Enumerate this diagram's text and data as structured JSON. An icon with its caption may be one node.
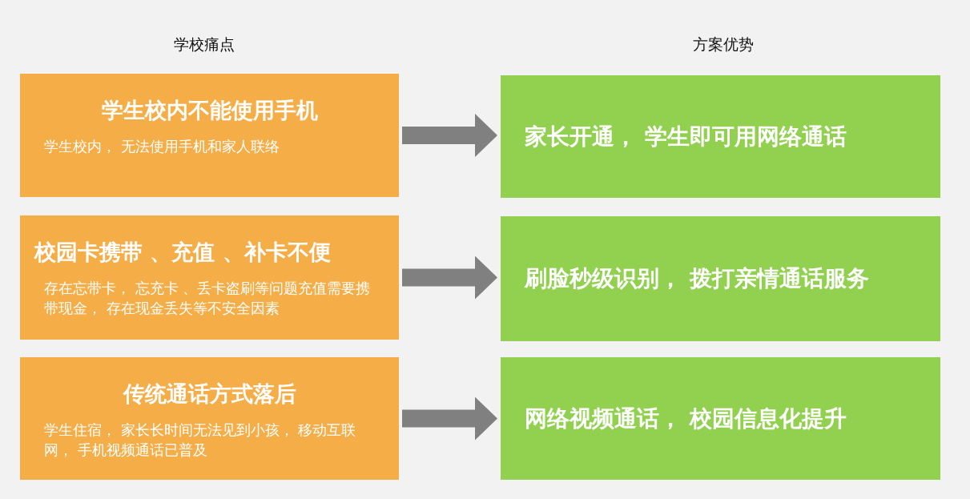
{
  "diagram": {
    "nodes": [
      {
        "text": [
          "学生校内不能使用手机",
          "学生校内， 无法使用手机和家人联络"
        ]
      },
      {
        "text": [
          "校园卡携带 、充值 、补卡不便",
          "存在忘带卡， 忘充卡 、丢卡盗刷等问题充值需要携带现金， 存在现金丢失等不安全因素"
        ]
      },
      {
        "text": [
          "传统通话方式落后",
          "学生住宿， 家长长时间无法见到小孩， 移动互联网， 手机视频通话已普及"
        ]
      },
      {
        "text": [
          "家长开通， 学生即可用网络通话"
        ]
      },
      {
        "text": [
          "刷脸秒级识别， 拨打亲情通话服务"
        ]
      },
      {
        "text": [
          "网络视频通话， 校园信息化提升"
        ]
      }
    ],
    "edges": [
      {
        "from": 0,
        "to": 3,
        "arrow": "to"
      },
      {
        "from": 1,
        "to": 4,
        "arrow": "to"
      },
      {
        "from": 2,
        "to": 5,
        "arrow": "to"
      }
    ],
    "labels": [
      "学校痛点",
      "方案优势"
    ]
  }
}
